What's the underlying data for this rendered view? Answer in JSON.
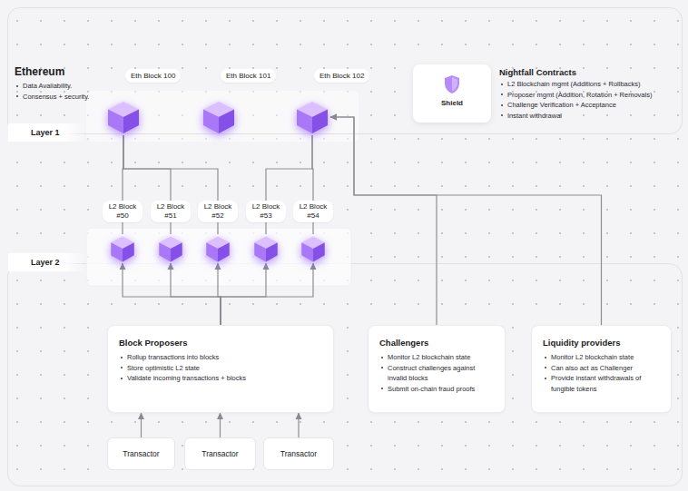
{
  "diagram": {
    "nodes": [
      {
        "text": [
          "Ethereum",
          "Data Availability.",
          "Consensus + security."
        ]
      },
      {
        "text": [
          "Layer 1"
        ]
      },
      {
        "text": [
          "Eth Block 100"
        ],
        "in": 0
      },
      {
        "text": [
          "Eth Block 101"
        ],
        "in": 0
      },
      {
        "text": [
          "Eth Block 102"
        ],
        "in": 0
      },
      {
        "text": [
          "Shield",
          "Nightfall Contracts",
          "L2 Blockchain mgmt (Additions + Rollbacks)",
          "Proposer mgmt (Addition, Rotation + Removals)",
          "Challenge Verification + Acceptance",
          "Instant withdrawal"
        ],
        "in": 0
      },
      {
        "text": [
          "Layer 2"
        ]
      },
      {
        "text": [
          "L2 Block #50"
        ]
      },
      {
        "text": [
          "L2 Block #51"
        ]
      },
      {
        "text": [
          "L2 Block #52"
        ]
      },
      {
        "text": [
          "L2 Block #53"
        ]
      },
      {
        "text": [
          "L2 Block #54"
        ]
      },
      {
        "text": [
          "Block Proposers",
          "Rollup transactions into blocks",
          "Store optimistic L2 state",
          "Validate incoming transactions + blocks"
        ]
      },
      {
        "text": [
          "Challengers",
          "Monitor L2 blockchain state",
          "Construct challenges against invalid blocks",
          "Submit on-chain fraud proofs"
        ]
      },
      {
        "text": [
          "Liquidity providers",
          "Monitor L2 blockchain state",
          "Can also act as Challenger",
          "Provide instant withdrawals of fungible tokens"
        ]
      },
      {
        "text": [
          "Transactor"
        ]
      },
      {
        "text": [
          "Transactor"
        ]
      },
      {
        "text": [
          "Transactor"
        ]
      }
    ],
    "edges": [
      {
        "from": 7,
        "to": 2,
        "arrow": "none"
      },
      {
        "from": 8,
        "to": 2,
        "arrow": "none"
      },
      {
        "from": 9,
        "to": 2,
        "arrow": "none"
      },
      {
        "from": 10,
        "to": 4,
        "arrow": "none"
      },
      {
        "from": 11,
        "to": 4,
        "arrow": "none"
      },
      {
        "from": 12,
        "to": 7,
        "arrow": "to"
      },
      {
        "from": 12,
        "to": 8,
        "arrow": "to"
      },
      {
        "from": 12,
        "to": 9,
        "arrow": "to"
      },
      {
        "from": 12,
        "to": 10,
        "arrow": "to"
      },
      {
        "from": 12,
        "to": 11,
        "arrow": "to"
      },
      {
        "from": 15,
        "to": 12,
        "arrow": "to"
      },
      {
        "from": 16,
        "to": 12,
        "arrow": "to"
      },
      {
        "from": 17,
        "to": 12,
        "arrow": "to"
      },
      {
        "from": 13,
        "to": 4,
        "arrow": "to"
      },
      {
        "from": 14,
        "to": 4,
        "arrow": "to"
      }
    ]
  }
}
